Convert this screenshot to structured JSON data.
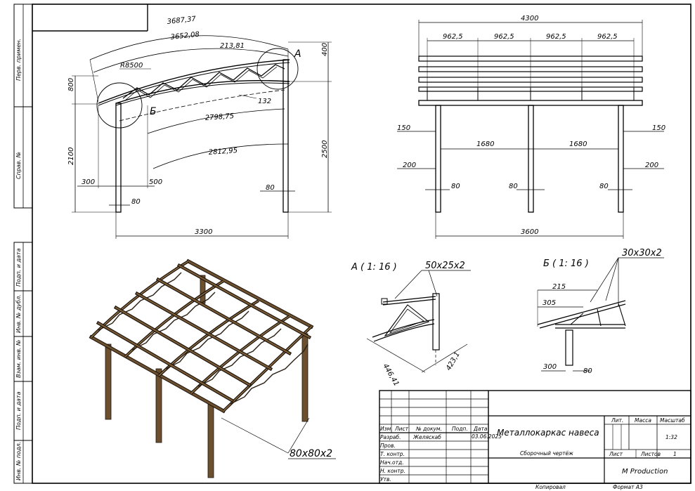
{
  "side_stamps": [
    "Перв. примен.",
    "Справ. №",
    "Подп. и дата",
    "Инв. № дубл.",
    "Взам. инв. №",
    "Подп. и дата",
    "Инв. № подл."
  ],
  "side_view": {
    "dims": [
      "3687,37",
      "3652,08",
      "213,81",
      "R8500",
      "800",
      "132",
      "2798,75",
      "2812,95",
      "2100",
      "2500",
      "400",
      "300",
      "500",
      "80",
      "80",
      "3300"
    ],
    "labels": [
      "А",
      "Б"
    ]
  },
  "front_view": {
    "dims": [
      "4300",
      "962,5",
      "962,5",
      "962,5",
      "962,5",
      "150",
      "150",
      "1680",
      "1680",
      "200",
      "200",
      "80",
      "80",
      "80",
      "3600"
    ]
  },
  "detail_a": {
    "title": "А ( 1: 16 )",
    "profile": "50x25x2",
    "dims": [
      "446,41",
      "423,1"
    ]
  },
  "detail_b": {
    "title": "Б ( 1: 16 )",
    "profile": "30x30x2",
    "dims": [
      "215",
      "305",
      "300",
      "80"
    ]
  },
  "iso_profile": "80x80x2",
  "title_block": {
    "name": "Металлокаркас навеса",
    "doc_type": "Сборочный чертёж",
    "organization": "M Production",
    "scale": "1:32",
    "sheets": "1",
    "developer": "Желяскаб",
    "date": "03.06.2025",
    "header_labels": [
      "Лит.",
      "Масса",
      "Масштаб"
    ],
    "sheet_labels": [
      "Лист",
      "Листов"
    ],
    "column_headers": [
      "Изм.",
      "Лист",
      "№ докум.",
      "Подп.",
      "Дата"
    ],
    "row_labels": [
      "Разраб.",
      "Пров.",
      "Т. контр.",
      "Нач.отд.",
      "Н. контр.",
      "Утв."
    ],
    "copied": "Копировал",
    "format": "Формат А3"
  }
}
